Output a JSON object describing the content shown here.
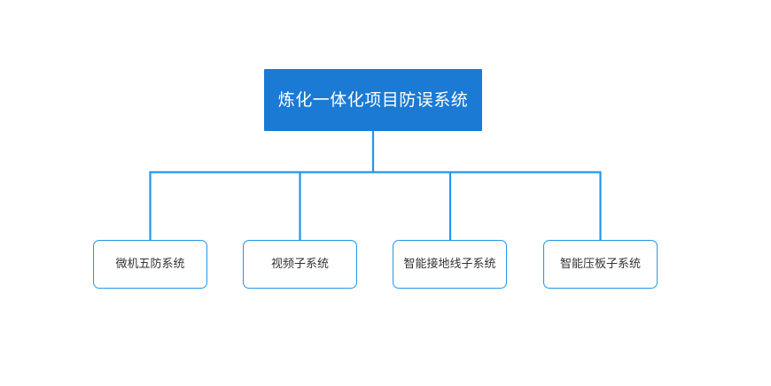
{
  "diagram": {
    "type": "org-chart",
    "orientation": "top-down",
    "background_color": "#ffffff",
    "root": {
      "label": "炼化一体化项目防误系统",
      "fill_color": "#1a7ad4",
      "text_color": "#ffffff"
    },
    "connector_color": "#2196eb",
    "children": [
      {
        "label": "微机五防系统",
        "border_color": "#2196eb",
        "text_color": "#333333"
      },
      {
        "label": "视频子系统",
        "border_color": "#2196eb",
        "text_color": "#333333"
      },
      {
        "label": "智能接地线子系统",
        "border_color": "#2196eb",
        "text_color": "#333333"
      },
      {
        "label": "智能压板子系统",
        "border_color": "#2196eb",
        "text_color": "#333333"
      }
    ]
  }
}
